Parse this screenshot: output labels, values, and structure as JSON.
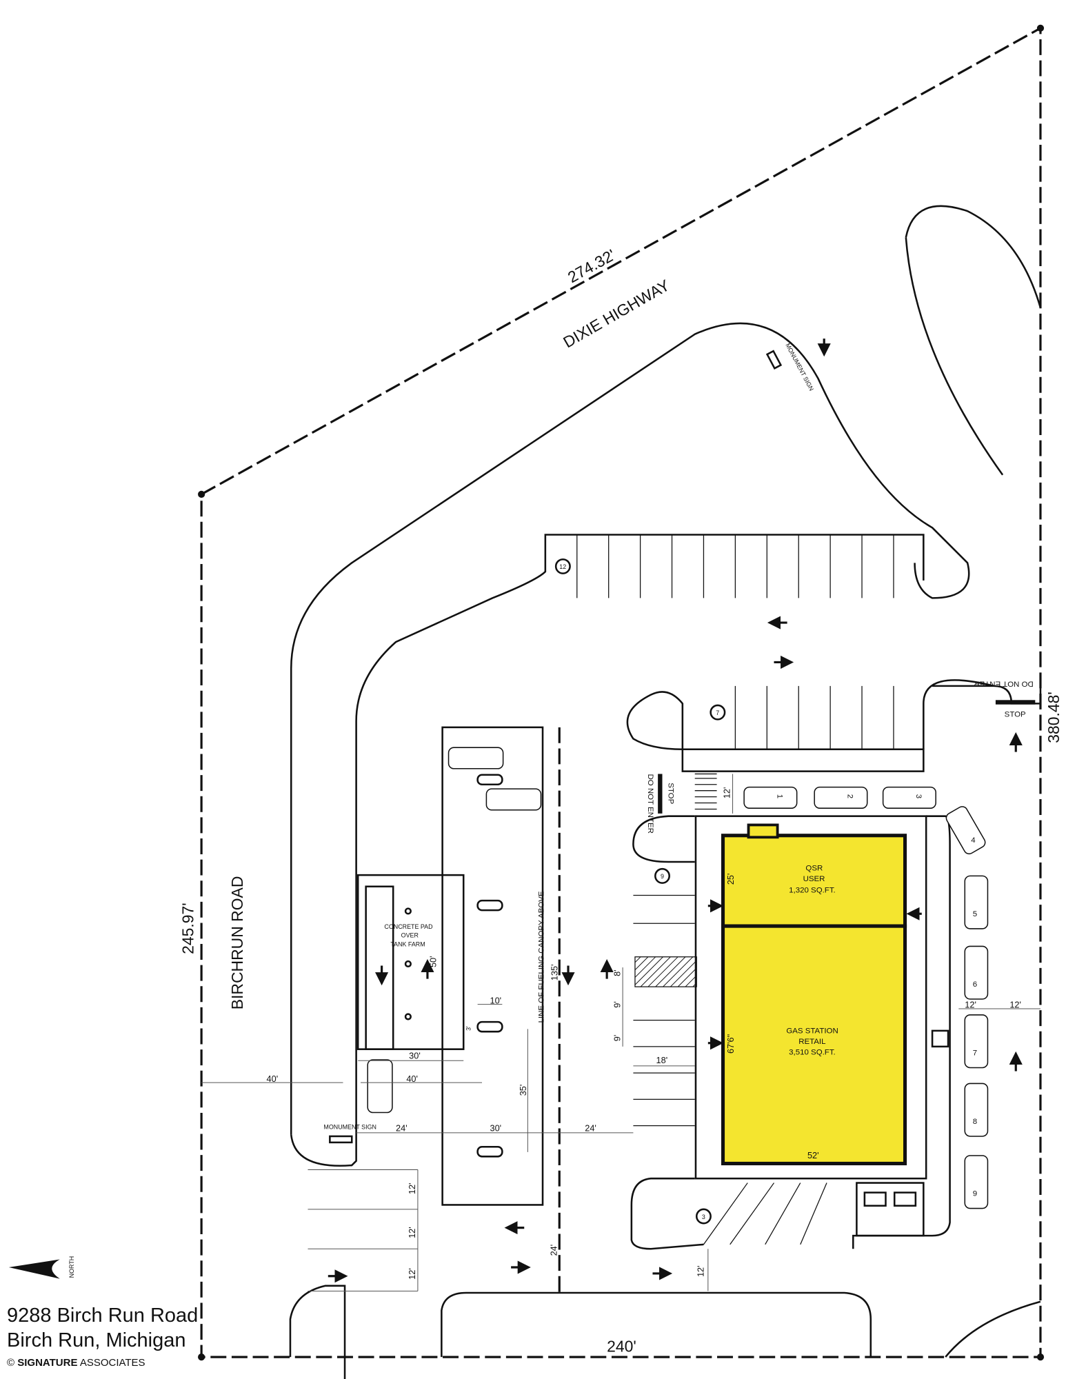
{
  "boundary": {
    "north_edge": "274.32'",
    "east_edge": "380.48'",
    "west_edge": "245.97'",
    "south_edge": "240'"
  },
  "roads": {
    "dixie": "DIXIE HIGHWAY",
    "birchrun": "BIRCHRUN ROAD"
  },
  "signs": {
    "monument_top": "MONUMENT SIGN",
    "monument_left": "MONUMENT SIGN",
    "do_not_enter": "DO NOT ENTER",
    "stop": "STOP"
  },
  "buildings": {
    "qsr": {
      "line1": "QSR",
      "line2": "USER",
      "area": "1,320 SQ.FT.",
      "depth": "25'"
    },
    "gas": {
      "line1": "GAS STATION",
      "line2": "RETAIL",
      "area": "3,510 SQ.FT.",
      "depth": "67'6\"",
      "width": "52'"
    }
  },
  "canopy": {
    "label": "LINE OF FUELING CANOPY ABOVE",
    "length": "135'"
  },
  "tank_farm": {
    "line1": "CONCRETE PAD",
    "line2": "OVER",
    "line3": "TANK FARM",
    "length": "50'",
    "width": "30'"
  },
  "dimensions": {
    "d40a": "40'",
    "d40b": "40'",
    "d24a": "24'",
    "d30": "30'",
    "d24b": "24'",
    "d35": "35'",
    "d10": "10'",
    "d3": "3'",
    "d8": "8'",
    "d9a": "9'",
    "d9b": "9'",
    "d18": "18'",
    "d12a": "12'",
    "d12b": "12'",
    "d12c": "12'",
    "d12d": "12'",
    "d12e": "12'",
    "d12f": "12'",
    "d12g": "12'",
    "d24c": "24'"
  },
  "parking_counts": [
    "12",
    "7",
    "9",
    "3"
  ],
  "cars": [
    "1",
    "2",
    "3",
    "4",
    "5",
    "6",
    "7",
    "8",
    "9"
  ],
  "north": "NORTH",
  "address": {
    "line1": "9288 Birch Run Road",
    "line2": "Birch Run, Michigan"
  },
  "credit": {
    "symbol": "©",
    "brand": "SIGNATURE",
    "suffix": "ASSOCIATES"
  },
  "colors": {
    "building": "#f4e52f",
    "line": "#111111"
  }
}
